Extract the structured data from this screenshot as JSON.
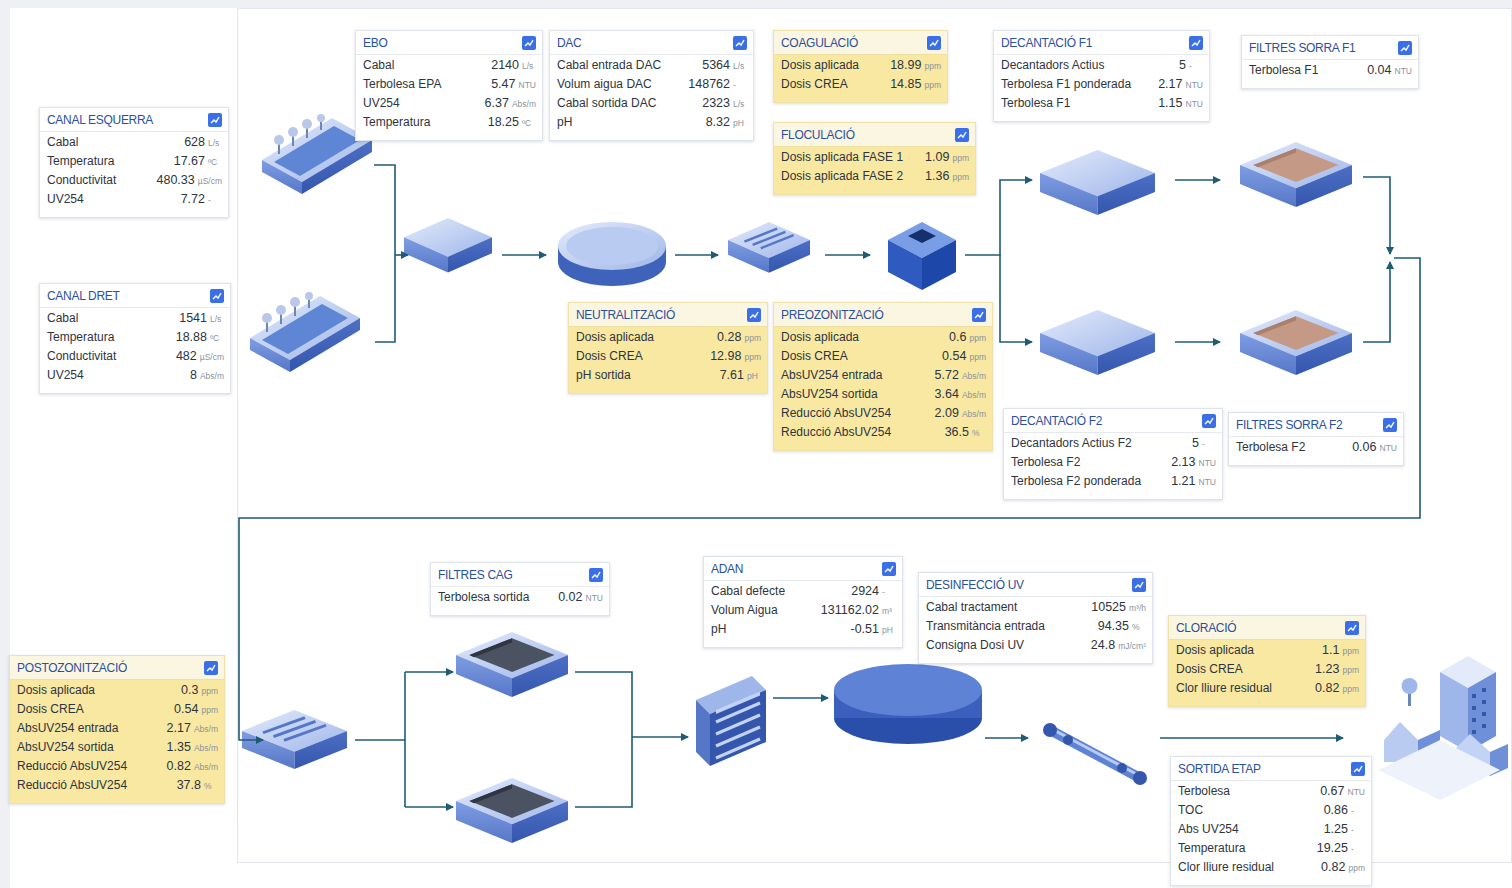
{
  "diagram": {
    "nodes": [
      {
        "text": [
          "CANAL ESQUERRA",
          "Cabal",
          "628",
          "L/s",
          "Temperatura",
          "17.67",
          "ºC",
          "Conductivitat",
          "480.33",
          "µS/cm",
          "UV254",
          "7.72",
          "-"
        ]
      },
      {
        "text": [
          "EBO",
          "Cabal",
          "2140",
          "L/s",
          "Terbolesa EPA",
          "5.47",
          "NTU",
          "UV254",
          "6.37",
          "Abs/m",
          "Temperatura",
          "18.25",
          "ºC"
        ]
      },
      {
        "text": [
          "DAC",
          "Cabal entrada DAC",
          "5364",
          "L/s",
          "Volum aigua DAC",
          "148762",
          "-",
          "Cabal sortida DAC",
          "2323",
          "L/s",
          "pH",
          "8.32",
          "pH"
        ]
      },
      {
        "text": [
          "COAGULACIÓ",
          "Dosis aplicada",
          "18.99",
          "ppm",
          "Dosis CREA",
          "14.85",
          "ppm"
        ]
      },
      {
        "text": [
          "FLOCULACIÓ",
          "Dosis aplicada FASE 1",
          "1.09",
          "ppm",
          "Dosis aplicada FASE 2",
          "1.36",
          "ppm"
        ]
      },
      {
        "text": [
          "DECANTACIÓ F1",
          "Decantadors Actius",
          "5",
          "-",
          "Terbolesa F1 ponderada",
          "2.17",
          "NTU",
          "Terbolesa F1",
          "1.15",
          "NTU"
        ]
      },
      {
        "text": [
          "FILTRES SORRA F1",
          "Terbolesa F1",
          "0.04",
          "NTU"
        ]
      },
      {
        "text": [
          "CANAL DRET",
          "Cabal",
          "1541",
          "L/s",
          "Temperatura",
          "18.88",
          "ºC",
          "Conductivitat",
          "482",
          "µS/cm",
          "UV254",
          "8",
          "Abs/m"
        ]
      },
      {
        "text": [
          "NEUTRALITZACIÓ",
          "Dosis aplicada",
          "0.28",
          "ppm",
          "Dosis CREA",
          "12.98",
          "ppm",
          "pH sortida",
          "7.61",
          "pH"
        ]
      },
      {
        "text": [
          "PREOZONITZACIÓ",
          "Dosis aplicada",
          "0.6",
          "ppm",
          "Dosis CREA",
          "0.54",
          "ppm",
          "AbsUV254 entrada",
          "5.72",
          "Abs/m",
          "AbsUV254 sortida",
          "3.64",
          "Abs/m",
          "Reducció AbsUV254",
          "2.09",
          "Abs/m",
          "Reducció AbsUV254",
          "36.5",
          "%"
        ]
      },
      {
        "text": [
          "DECANTACIÓ F2",
          "Decantadors Actius F2",
          "5",
          "-",
          "Terbolesa F2",
          "2.13",
          "NTU",
          "Terbolesa F2 ponderada",
          "1.21",
          "NTU"
        ]
      },
      {
        "text": [
          "FILTRES SORRA F2",
          "Terbolesa F2",
          "0.06",
          "NTU"
        ]
      },
      {
        "text": [
          "POSTOZONITZACIÓ",
          "Dosis aplicada",
          "0.3",
          "ppm",
          "Dosis CREA",
          "0.54",
          "ppm",
          "AbsUV254 entrada",
          "2.17",
          "Abs/m",
          "AbsUV254 sortida",
          "1.35",
          "Abs/m",
          "Reducció AbsUV254",
          "0.82",
          "Abs/m",
          "Reducció AbsUV254",
          "37.8",
          "%"
        ]
      },
      {
        "text": [
          "FILTRES CAG",
          "Terbolesa sortida",
          "0.02",
          "NTU"
        ]
      },
      {
        "text": [
          "ADAN",
          "Cabal defecte",
          "2924",
          "-",
          "Volum Aigua",
          "131162.02",
          "m³",
          "pH",
          "-0.51",
          "pH"
        ]
      },
      {
        "text": [
          "DESINFECCIÓ UV",
          "Cabal tractament",
          "10525",
          "m³/h",
          "Transmitància entrada",
          "94.35",
          "%",
          "Consigna Dosi UV",
          "24.8",
          "mJ/cm²"
        ]
      },
      {
        "text": [
          "CLORACIÓ",
          "Dosis aplicada",
          "1.1",
          "ppm",
          "Dosis CREA",
          "1.23",
          "ppm",
          "Clor lliure residual",
          "0.82",
          "ppm"
        ]
      },
      {
        "text": [
          "SORTIDA ETAP",
          "Terbolesa",
          "0.67",
          "NTU",
          "TOC",
          "0.86",
          "-",
          "Abs UV254",
          "1.25",
          "-",
          "Temperatura",
          "19.25",
          "-",
          "Clor lliure residual",
          "0.82",
          "ppm"
        ]
      }
    ]
  }
}
